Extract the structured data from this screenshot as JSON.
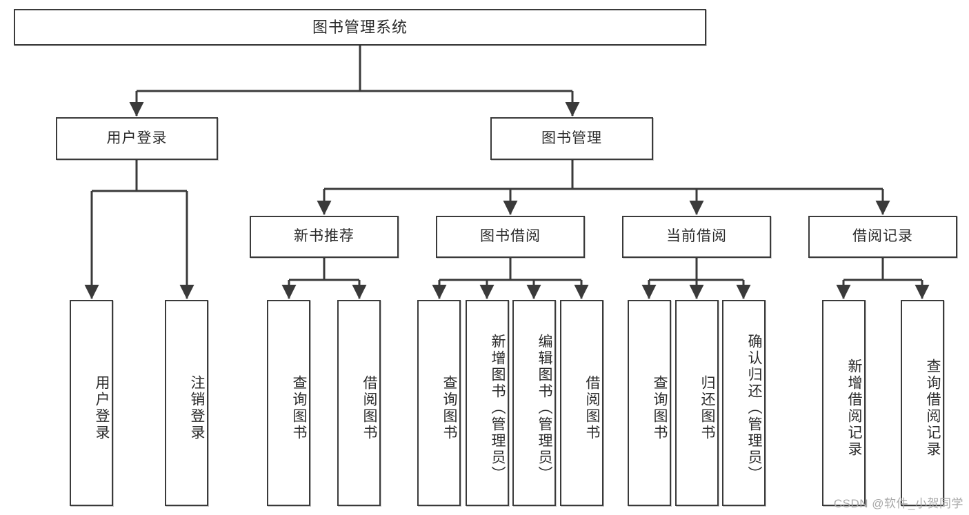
{
  "diagram": {
    "title": "图书管理系统",
    "watermark": "CSDN @软件_小贺同学",
    "line_color": "#3a3a3a",
    "box_fill": "#ffffff",
    "text_color": "#2b2b2b",
    "nodes": {
      "root": "图书管理系统",
      "user_login": "用户登录",
      "book_manage": "图书管理",
      "new_book_rec": "新书推荐",
      "book_borrow": "图书借阅",
      "current_borrow": "当前借阅",
      "borrow_record": "借阅记录",
      "leaf_user_login": "用户登录",
      "leaf_logout": "注销登录",
      "leaf_query_book_rec": "查询图书",
      "leaf_borrow_book_rec": "借阅图书",
      "leaf_query_book_borrow": "查询图书",
      "leaf_add_book": "新增图书（管理员）",
      "leaf_edit_book": "编辑图书（管理员）",
      "leaf_borrow_book": "借阅图书",
      "leaf_query_book_cur": "查询图书",
      "leaf_return_book": "归还图书",
      "leaf_confirm_return": "确认归还（管理员）",
      "leaf_add_record": "新增借阅记录",
      "leaf_query_record": "查询借阅记录"
    }
  }
}
